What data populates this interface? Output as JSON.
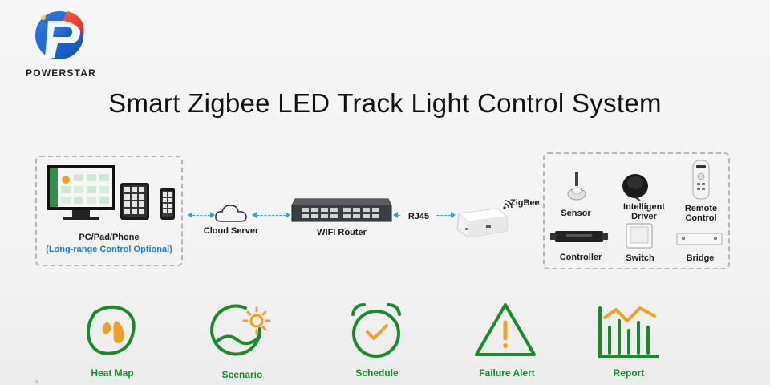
{
  "brand": {
    "name": "POWERSTAR"
  },
  "title": "Smart Zigbee LED Track Light Control System",
  "diagram": {
    "client": {
      "label": "PC/Pad/Phone",
      "sublabel": "(Long-range Control Optional)"
    },
    "cloud": {
      "label": "Cloud Server"
    },
    "router": {
      "label": "WIFI Router"
    },
    "link": {
      "label": "RJ45"
    },
    "gateway": {
      "signal_label": "ZigBee"
    },
    "devices": [
      {
        "label": "Sensor",
        "icon": "sensor-icon"
      },
      {
        "label": "Intelligent Driver",
        "icon": "driver-icon"
      },
      {
        "label": "Remote Control",
        "icon": "remote-icon"
      },
      {
        "label": "Controller",
        "icon": "controller-icon"
      },
      {
        "label": "Switch",
        "icon": "switch-icon"
      },
      {
        "label": "Bridge",
        "icon": "bridge-icon"
      }
    ]
  },
  "features": [
    {
      "label": "Heat Map",
      "icon": "heat-map-icon"
    },
    {
      "label": "Scenario",
      "icon": "scenario-icon"
    },
    {
      "label": "Schedule",
      "icon": "schedule-icon"
    },
    {
      "label": "Failure Alert",
      "icon": "failure-alert-icon"
    },
    {
      "label": "Report",
      "icon": "report-icon"
    }
  ],
  "colors": {
    "feature_green": "#1a8a2c",
    "accent_orange": "#f0a020",
    "link_blue": "#3a9fd8",
    "sublabel_blue": "#1e7ad8"
  }
}
